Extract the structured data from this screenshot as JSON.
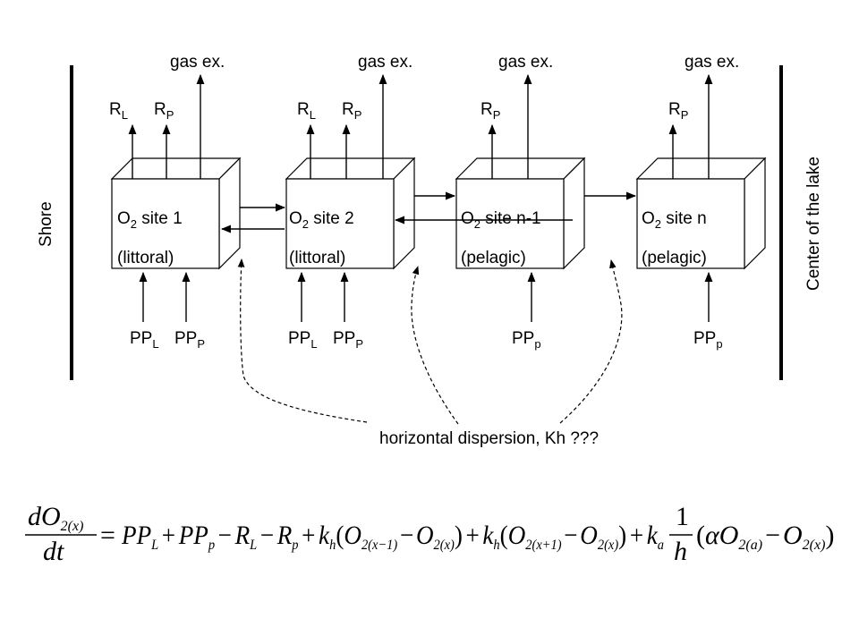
{
  "sides": {
    "left": "Shore",
    "right": "Center of the lake"
  },
  "sites": [
    {
      "top_labels": [
        {
          "main": "R",
          "sub": "L"
        },
        {
          "main": "R",
          "sub": "P"
        }
      ],
      "gas": "gas ex.",
      "name_main": "O",
      "name_sub": "2",
      "name_rest": " site 1",
      "zone": "(littoral)",
      "bottom_labels": [
        {
          "main": "PP",
          "sub": "L"
        },
        {
          "main": "PP",
          "sub": "P"
        }
      ]
    },
    {
      "top_labels": [
        {
          "main": "R",
          "sub": "L"
        },
        {
          "main": "R",
          "sub": "P"
        }
      ],
      "gas": "gas ex.",
      "name_main": "O",
      "name_sub": "2",
      "name_rest": " site 2",
      "zone": "(littoral)",
      "bottom_labels": [
        {
          "main": "PP",
          "sub": "L"
        },
        {
          "main": "PP",
          "sub": "P"
        }
      ]
    },
    {
      "top_labels": [
        {
          "main": "R",
          "sub": "P"
        }
      ],
      "gas": "gas ex.",
      "name_main": "O",
      "name_sub": "2",
      "name_rest": " site n-1",
      "zone": "(pelagic)",
      "bottom_labels": [
        {
          "main": "PP",
          "sub": "p"
        }
      ]
    },
    {
      "top_labels": [
        {
          "main": "R",
          "sub": "P"
        }
      ],
      "gas": "gas ex.",
      "name_main": "O",
      "name_sub": "2",
      "name_rest": " site n",
      "zone": "(pelagic)",
      "bottom_labels": [
        {
          "main": "PP",
          "sub": "p"
        }
      ]
    }
  ],
  "dispersion_label": "horizontal dispersion, Kh ???",
  "equation": {
    "lhs_num": "dO",
    "lhs_num_sub": "2(x)",
    "lhs_den": "dt",
    "equals": "=",
    "t1": "PP",
    "t1s": "L",
    "plus1": "+",
    "t2": "PP",
    "t2s": "p",
    "minus1": "−",
    "t3": "R",
    "t3s": "L",
    "minus2": "−",
    "t4": "R",
    "t4s": "p",
    "plus2": "+",
    "k1": "k",
    "k1s": "h",
    "p1open": "(",
    "o1": "O",
    "o1s": "2(x−1)",
    "m1": "−",
    "o2": "O",
    "o2s": "2(x)",
    "p1close": ")",
    "plus3": "+",
    "k2": "k",
    "k2s": "h",
    "p2open": "(",
    "o3": "O",
    "o3s": "2(x+1)",
    "m2": "−",
    "o4": "O",
    "o4s": "2(x)",
    "p2close": ")",
    "plus4": "+",
    "k3": "k",
    "k3s": "a",
    "frac_num": "1",
    "frac_den": "h",
    "p3open": "(",
    "alpha": "α",
    "o5": "O",
    "o5s": "2(a)",
    "m3": "−",
    "o6": "O",
    "o6s": "2(x)",
    "p3close": ")"
  }
}
